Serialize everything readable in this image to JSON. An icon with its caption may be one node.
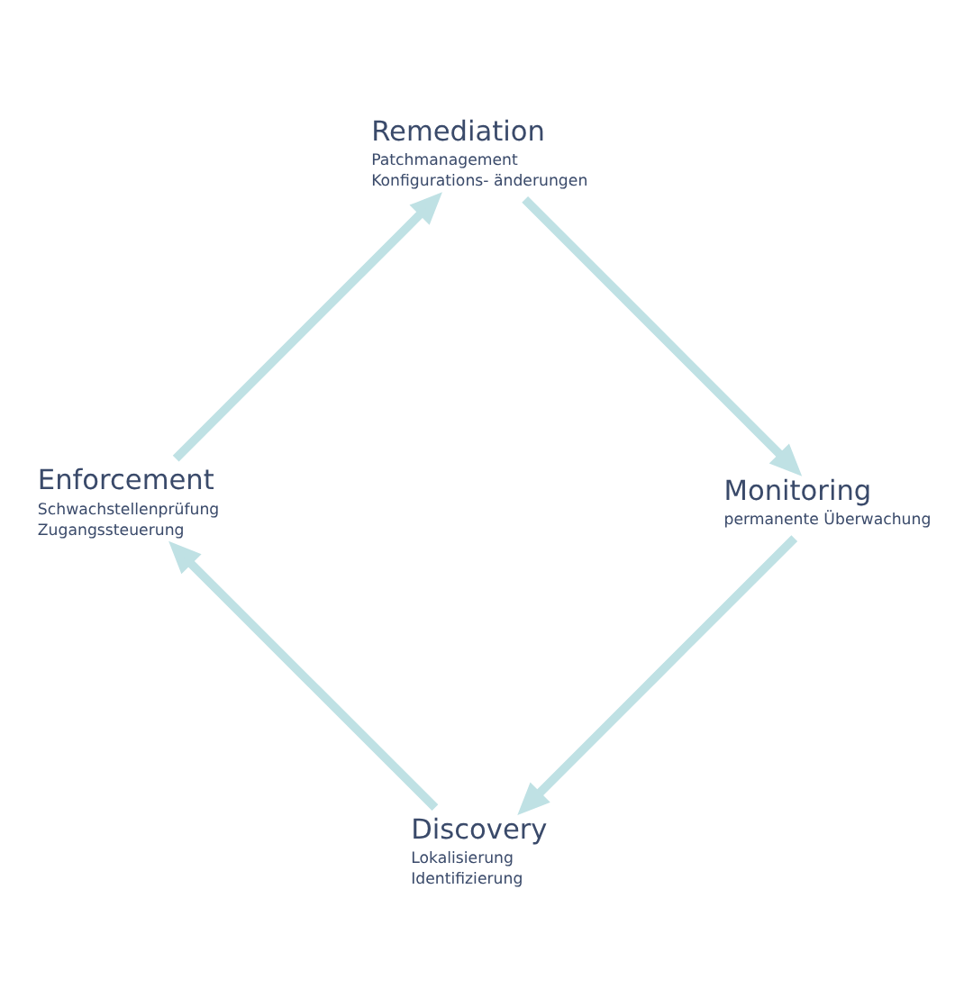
{
  "diagram": {
    "nodes": [
      {
        "text": [
          "Discovery",
          "Lokalisierung",
          "Identifizierung"
        ]
      },
      {
        "text": [
          "Enforcement",
          "Schwachstellenprüfung",
          "Zugangssteuerung"
        ]
      },
      {
        "text": [
          "Remediation",
          "Patchmanagement",
          "Konfigurations- änderungen"
        ]
      },
      {
        "text": [
          "Monitoring",
          "permanente Überwachung"
        ]
      }
    ],
    "edges": [
      {
        "from": 0,
        "to": 1,
        "arrow": "to"
      },
      {
        "from": 1,
        "to": 2,
        "arrow": "to"
      },
      {
        "from": 2,
        "to": 3,
        "arrow": "to"
      },
      {
        "from": 3,
        "to": 0,
        "arrow": "to"
      }
    ]
  }
}
